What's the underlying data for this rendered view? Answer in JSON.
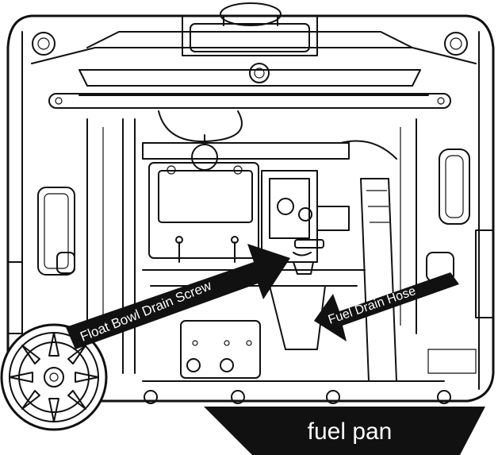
{
  "labels": {
    "float_bowl": "Float Bowl Drain Screw",
    "fuel_drain_hose": "Fuel Drain Hose",
    "fuel_pan": "fuel pan"
  },
  "colors": {
    "line": "#111111",
    "arrow_fill": "#111111",
    "label_text": "#ffffff",
    "background": "#ffffff"
  }
}
